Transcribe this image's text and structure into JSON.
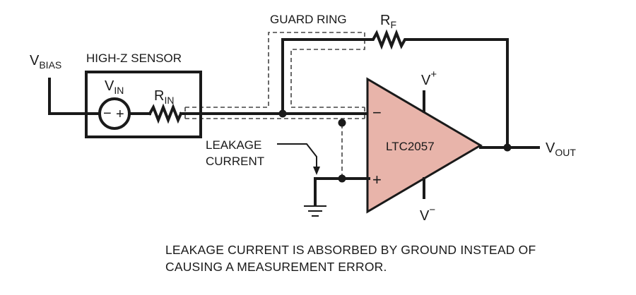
{
  "labels": {
    "vbias_main": "V",
    "vbias_sub": "BIAS",
    "sensor_title": "HIGH-Z SENSOR",
    "vin_main": "V",
    "vin_sub": "IN",
    "rin_main": "R",
    "rin_sub": "IN",
    "guard_ring": "GUARD RING",
    "rf_main": "R",
    "rf_sub": "F",
    "opamp_name": "LTC2057",
    "vplus_main": "V",
    "vplus_sup": "+",
    "vminus_main": "V",
    "vminus_sup": "−",
    "vout_main": "V",
    "vout_sub": "OUT",
    "leakage_line1": "LEAKAGE",
    "leakage_line2": "CURRENT",
    "minus_input": "−",
    "plus_input": "+"
  },
  "caption": {
    "line1": "LEAKAGE CURRENT IS ABSORBED BY GROUND INSTEAD OF",
    "line2": "CAUSING A MEASUREMENT ERROR."
  },
  "colors": {
    "opamp_fill": "#e8b4aa",
    "ink": "#1a1a1a"
  }
}
